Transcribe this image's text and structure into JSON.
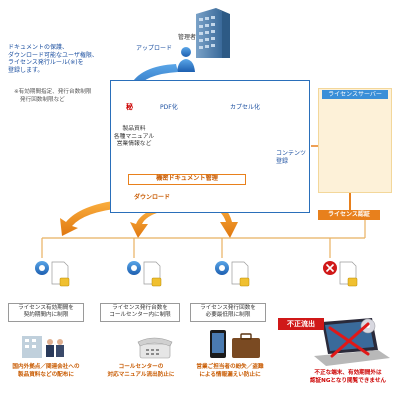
{
  "top": {
    "admin_label": "管理者",
    "upload_label": "アップロード",
    "intro_lines": [
      "ドキュメントの保護、",
      "ダウンロード可能なユーザ権限、",
      "ライセンス発行ルール(※)を",
      "登録します。"
    ],
    "footnote_lines": [
      "※有効期間指定、発行台数制限",
      "発行回数制限など"
    ]
  },
  "flow": {
    "secret_stamp": "秘",
    "pdf_convert_label": "PDF化",
    "encapsulate_label": "カプセル化",
    "doc_desc_lines": [
      "製品資料",
      "各種マニュアル",
      "営業情報など"
    ],
    "content_register_lines": [
      "コンテンツ",
      "登録"
    ],
    "management_label": "機密ドキュメント管理",
    "download_label": "ダウンロード"
  },
  "server": {
    "title": "ライセンスサーバー",
    "auth_label": "ライセンス認証"
  },
  "endpoints": [
    {
      "note_lines": [
        "ライセンス有効期間を",
        "契約期間内に制限"
      ],
      "usecase_lines": [
        "国内外拠点／関連会社への",
        "製品資料などの配布に"
      ]
    },
    {
      "note_lines": [
        "ライセンス発行台数を",
        "コールセンター内に制限"
      ],
      "usecase_lines": [
        "コールセンターの",
        "対応マニュアル流出防止に"
      ]
    },
    {
      "note_lines": [
        "ライセンス発行回数を",
        "必要最低限に制限"
      ],
      "usecase_lines": [
        "営業ご担当者の紛失／盗難",
        "による情報漏えい防止に"
      ]
    },
    {
      "leak_label": "不正流出",
      "usecase_lines": [
        "不正な端末、有効期間外は",
        "認証NGとなり閲覧できません"
      ]
    }
  ],
  "colors": {
    "primary_blue": "#2a6fba",
    "accent_orange": "#e8801c",
    "leak_red": "#d01818",
    "server_panel": "#fdf1d8"
  }
}
